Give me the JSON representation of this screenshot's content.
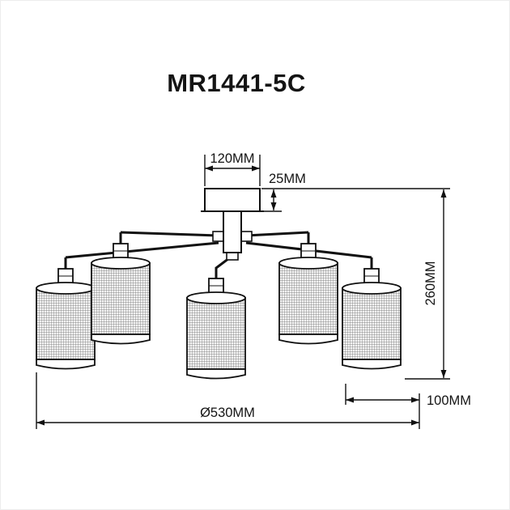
{
  "title": "MR1441-5C",
  "dimensions": {
    "canopy_diameter": "120MM",
    "canopy_height": "25MM",
    "fixture_height": "260MM",
    "shade_offset": "100MM",
    "overall_diameter": "Ø530MM"
  },
  "colors": {
    "line": "#111111",
    "background": "#ffffff"
  }
}
